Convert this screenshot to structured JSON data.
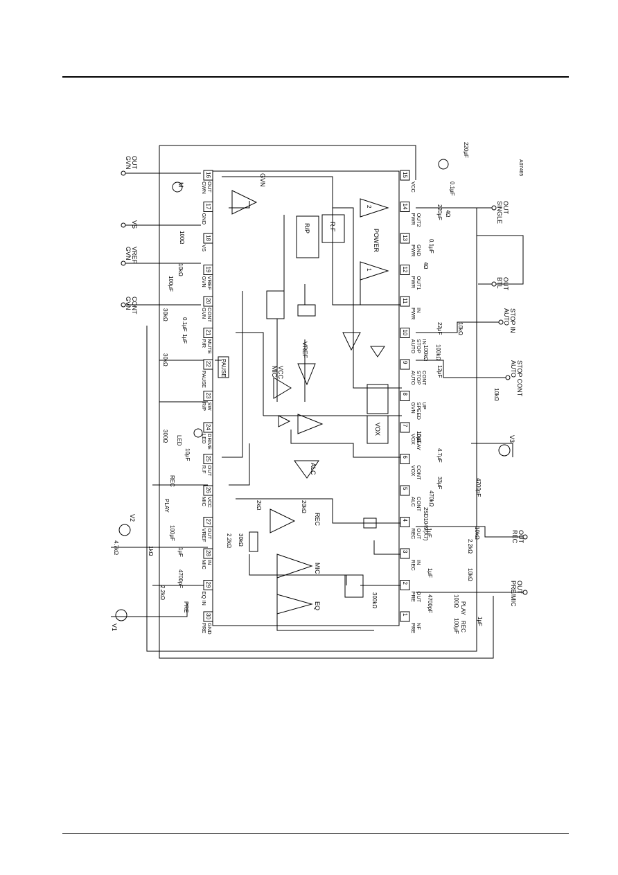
{
  "figure_code": "A07465",
  "ic_pins": [
    {
      "num": "16",
      "name": [
        "CWN",
        "OUT"
      ]
    },
    {
      "num": "17",
      "name": [
        "GND"
      ]
    },
    {
      "num": "18",
      "name": [
        "VS"
      ]
    },
    {
      "num": "19",
      "name": [
        "GVN",
        "VREF"
      ]
    },
    {
      "num": "20",
      "name": [
        "GVN",
        "CONT"
      ]
    },
    {
      "num": "21",
      "name": [
        "P/R",
        "MUTE"
      ]
    },
    {
      "num": "22",
      "name": [
        "PAUSE"
      ]
    },
    {
      "num": "23",
      "name": [
        "R/P",
        "SW"
      ]
    },
    {
      "num": "24",
      "name": [
        "LED",
        "DRIVE"
      ]
    },
    {
      "num": "25",
      "name": [
        "R.F",
        "OUT"
      ]
    },
    {
      "num": "26",
      "name": [
        "MIC",
        "VCC"
      ]
    },
    {
      "num": "27",
      "name": [
        "VREF",
        "OUT"
      ]
    },
    {
      "num": "28",
      "name": [
        "MIC",
        "IN"
      ]
    },
    {
      "num": "29",
      "name": [
        "EQ IN"
      ]
    },
    {
      "num": "30",
      "name": [
        "PRE",
        "GND"
      ]
    },
    {
      "num": "15",
      "name": [
        "VCC"
      ]
    },
    {
      "num": "14",
      "name": [
        "PWR",
        "OUT2"
      ]
    },
    {
      "num": "13",
      "name": [
        "PWR",
        "GND"
      ]
    },
    {
      "num": "12",
      "name": [
        "PWR",
        "OUT1"
      ]
    },
    {
      "num": "11",
      "name": [
        "PWR",
        "IN"
      ]
    },
    {
      "num": "10",
      "name": [
        "AUTO",
        "STOP",
        "IN"
      ]
    },
    {
      "num": "9",
      "name": [
        "AUTO",
        "STOP",
        "CONT"
      ]
    },
    {
      "num": "8",
      "name": [
        "GVN",
        "SPEED",
        "UP"
      ]
    },
    {
      "num": "7",
      "name": [
        "VOX",
        "DELAY"
      ]
    },
    {
      "num": "6",
      "name": [
        "VOX",
        "CONT"
      ]
    },
    {
      "num": "5",
      "name": [
        "ALC",
        "CONT"
      ]
    },
    {
      "num": "4",
      "name": [
        "REC",
        "OUT"
      ]
    },
    {
      "num": "3",
      "name": [
        "REC",
        "IN"
      ]
    },
    {
      "num": "2",
      "name": [
        "PRE",
        "OUT"
      ]
    },
    {
      "num": "1",
      "name": [
        "PRE",
        "NF"
      ]
    }
  ],
  "blocks": {
    "power": "POWER",
    "gvn": "GVN",
    "rp": "R/P",
    "rf": "R.F",
    "vox": "VOX",
    "alc": "ALC",
    "rec": "REC",
    "mic": "MIC",
    "eq": "EQ",
    "mic_vcc": [
      "MIC",
      "VCC"
    ],
    "vref": "VREF",
    "pause": "PAUSE",
    "amp1": "1",
    "amp2": "2"
  },
  "terminals": {
    "gvn_out": [
      "GVN",
      "OUT"
    ],
    "vs": "VS",
    "gvn_vref": [
      "GVN",
      "VREF"
    ],
    "gvn_cont": [
      "GVN",
      "CONT"
    ],
    "single_out": [
      "SINGLE",
      "OUT"
    ],
    "btl_out": [
      "BTL",
      "OUT"
    ],
    "auto_stop_in": [
      "AUTO",
      "STOP IN"
    ],
    "auto_stop_cont": [
      "AUTO",
      "STOP CONT"
    ],
    "rec_out": [
      "REC",
      "OUT"
    ],
    "pre_mic_out": [
      "PRE/MIC",
      "OUT"
    ]
  },
  "sources": {
    "v1": "V1",
    "v2": "V2",
    "v3": "V3",
    "motor": "M"
  },
  "components": {
    "c_220uF_top": "220μF",
    "c_01uF": "0.1μF",
    "c_220uF": "220μF",
    "r_4ohm_a": "4Ω",
    "c_01uF_b": "0.1μF",
    "r_4ohm_b": "4Ω",
    "c_22uF": "22μF",
    "r_10k_a": "10kΩ",
    "r_100k_a": "100kΩ",
    "c_10uF_a": "10μF",
    "c_47uF": "4.7μF",
    "c_33uF": "33μF",
    "r_470k": "470kΩ",
    "c_4700pF": "4700pF",
    "q_2sd1049": "2SD1049(X7)",
    "c_1uF": "1μF",
    "r_10k_b": "10kΩ",
    "r_22k_a": "2.2kΩ",
    "r_10k_c": "10kΩ",
    "c_1uF_b": "1μF",
    "c_4700pF_b": "4700pF",
    "r_100ohm_a": "100Ω",
    "c_100uF_a": "100μF",
    "c_1uF_c": "1μF",
    "lbl_rec": "REC",
    "lbl_play": "PLAY",
    "r_300k": "300kΩ",
    "r_2k": "2kΩ",
    "r_20k": "20kΩ",
    "r_22k_b": "2.2kΩ",
    "r_30k": "30kΩ",
    "c_1uF_d": "1μF",
    "r_47k": "4.7kΩ",
    "r_1k": "1kΩ",
    "c_4700pF_c": "4700pF",
    "r_22k_c": "2.2kΩ",
    "lbl_pre": "PRE",
    "c_100uF_b": "100μF",
    "lbl_play_b": "PLAY",
    "lbl_rec_b": "REC",
    "c_10uF_b": "10μF",
    "r_300ohm": "300Ω",
    "lbl_led": "LED",
    "c_1uF_e": "1μF",
    "r_30k_b": "30kΩ",
    "c_01uF_c": "0.1μF",
    "r_30k_c": "30kΩ",
    "r_10k_d": "10kΩ",
    "c_100uF_c": "100μF",
    "r_100ohm_b": "100Ω",
    "r_10k_e": "10kΩ",
    "c_12uF": "12μF",
    "r_100k_b": "100kΩ"
  }
}
